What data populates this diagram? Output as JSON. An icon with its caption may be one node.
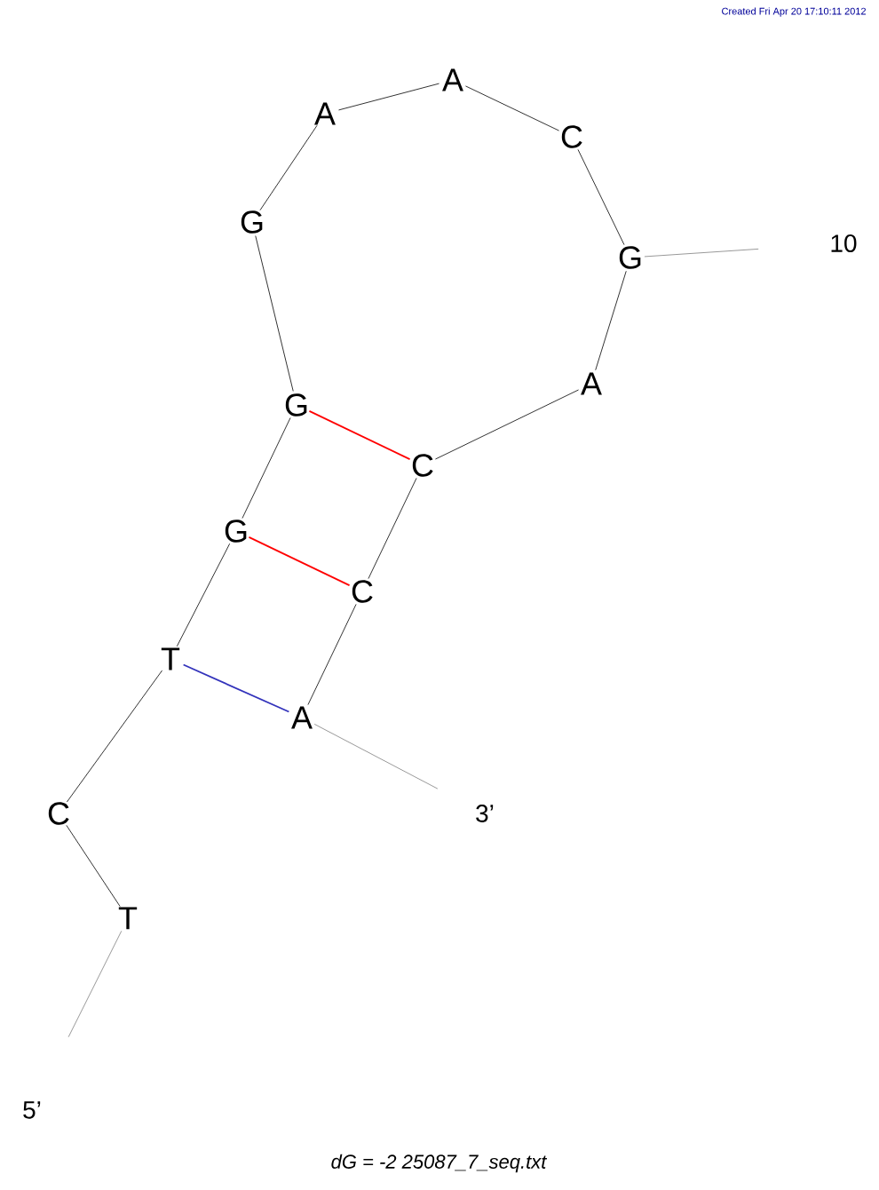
{
  "diagram": {
    "caption": "dG = -2 25087_7_seq.txt",
    "nodes": [
      {
        "text": [
          "5’"
        ]
      },
      {
        "text": [
          "T"
        ]
      },
      {
        "text": [
          "C"
        ]
      },
      {
        "text": [
          "T"
        ]
      },
      {
        "text": [
          "G"
        ]
      },
      {
        "text": [
          "G"
        ]
      },
      {
        "text": [
          "G"
        ]
      },
      {
        "text": [
          "A"
        ]
      },
      {
        "text": [
          "A"
        ]
      },
      {
        "text": [
          "C"
        ]
      },
      {
        "text": [
          "G"
        ]
      },
      {
        "text": [
          "A"
        ]
      },
      {
        "text": [
          "C"
        ]
      },
      {
        "text": [
          "C"
        ]
      },
      {
        "text": [
          "A"
        ]
      },
      {
        "text": [
          "3’"
        ]
      },
      {
        "text": [
          "10"
        ]
      }
    ],
    "edges": [
      {
        "from": 0,
        "to": 1,
        "arrow": "none",
        "color": "#999999"
      },
      {
        "from": 1,
        "to": 2,
        "arrow": "none"
      },
      {
        "from": 2,
        "to": 3,
        "arrow": "none"
      },
      {
        "from": 3,
        "to": 4,
        "arrow": "none"
      },
      {
        "from": 4,
        "to": 5,
        "arrow": "none"
      },
      {
        "from": 5,
        "to": 6,
        "arrow": "none"
      },
      {
        "from": 6,
        "to": 7,
        "arrow": "none"
      },
      {
        "from": 7,
        "to": 8,
        "arrow": "none"
      },
      {
        "from": 8,
        "to": 9,
        "arrow": "none"
      },
      {
        "from": 9,
        "to": 10,
        "arrow": "none"
      },
      {
        "from": 10,
        "to": 11,
        "arrow": "none"
      },
      {
        "from": 11,
        "to": 12,
        "arrow": "none"
      },
      {
        "from": 12,
        "to": 13,
        "arrow": "none"
      },
      {
        "from": 13,
        "to": 14,
        "arrow": "none"
      },
      {
        "from": 14,
        "to": 15,
        "arrow": "none",
        "color": "#999999"
      },
      {
        "from": 10,
        "to": 16,
        "arrow": "none",
        "color": "#999999"
      },
      {
        "from": 5,
        "to": 12,
        "arrow": "none",
        "color": "#ff0000"
      },
      {
        "from": 4,
        "to": 13,
        "arrow": "none",
        "color": "#ff0000"
      },
      {
        "from": 3,
        "to": 14,
        "arrow": "none",
        "color": "#3333bb"
      }
    ],
    "labels": [
      "Created Fri Apr 20 17:10:11 2012"
    ]
  }
}
